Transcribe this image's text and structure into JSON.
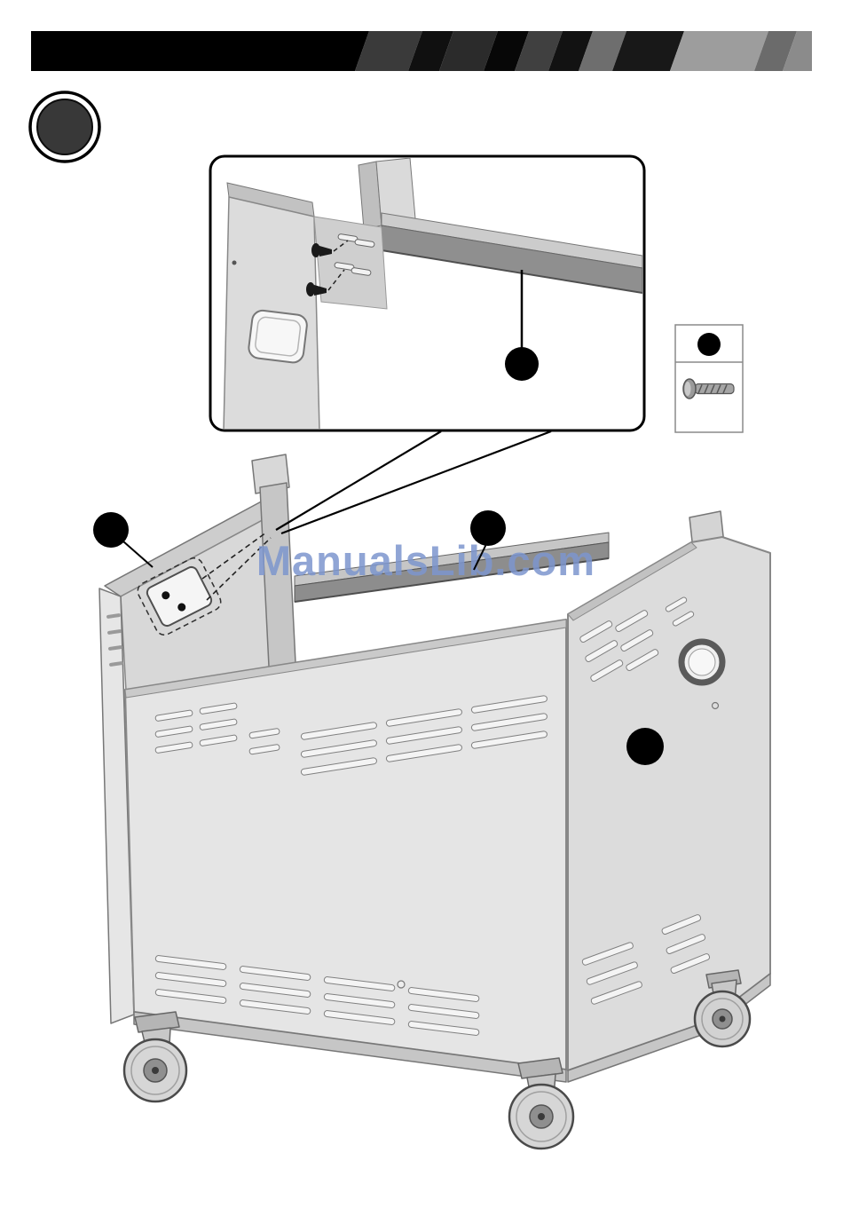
{
  "watermark": {
    "text": "ManualsLib.com",
    "color": "#7D96CE"
  },
  "header_bar": {
    "colors": [
      "#000000",
      "#3a3a3a",
      "#101010",
      "#2b2b2b",
      "#070707",
      "#404040",
      "#121212",
      "#6e6e6e",
      "#181818",
      "#9d9d9d",
      "#6b6b6b",
      "#8b8b8b"
    ]
  },
  "palette": {
    "panel_light": "#e5e5e5",
    "panel_mid": "#d8d8d8",
    "panel_dark": "#c6c6c6",
    "rail_dark": "#8d8d8d",
    "outline": "#7a7a7a",
    "callout": "#000000",
    "step_badge_fill": "#383838"
  },
  "icons": {
    "step_marker": "step-number-circle",
    "hardware": "screw-icon",
    "callout": "callout-dot",
    "wheel": "caster-wheel"
  }
}
